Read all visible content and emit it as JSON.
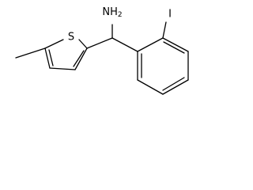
{
  "molecule": {
    "atoms": {
      "amine": "NH2",
      "iodine": "I",
      "sulfur": "S"
    },
    "colors": {
      "bond": "#000000",
      "label": "#000000",
      "background": "#ffffff"
    }
  }
}
